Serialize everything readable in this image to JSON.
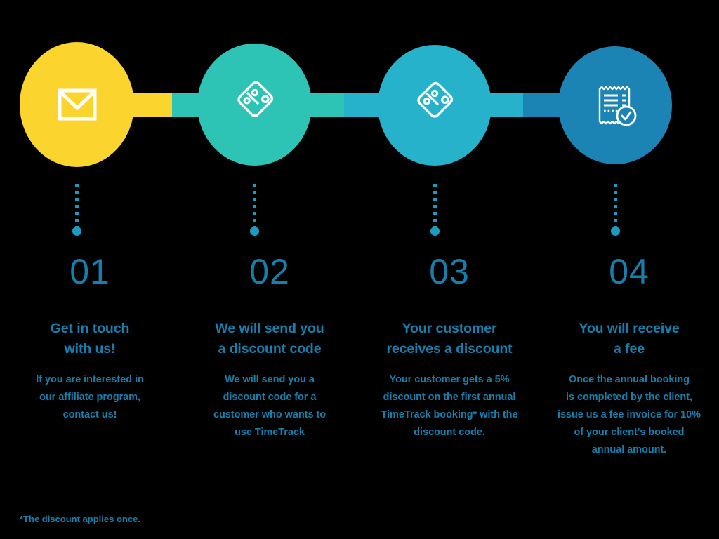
{
  "palette": {
    "background": "#000000",
    "step1": "#fcd42e",
    "step2": "#2dc4b6",
    "step3": "#27b2cb",
    "step4": "#1c84b4",
    "text_blue": "#1580ae",
    "dot_blue": "#1a9bc0",
    "icon_stroke": "#ffffff"
  },
  "steps": [
    {
      "number": "01",
      "heading": "Get in touch\nwith us!",
      "heading_lines": [
        "Get in touch",
        "with us!"
      ],
      "body": "If you are interested in our affiliate program, contact us!",
      "body_lines": [
        "If you are interested in",
        "our affiliate program,",
        "contact us!"
      ],
      "icon": "envelope-icon",
      "color": "#fcd42e"
    },
    {
      "number": "02",
      "heading": "We will send you\na discount code",
      "heading_lines": [
        "We will send you",
        "a discount code"
      ],
      "body": "We will send you a discount code for a customer who wants to use TimeTrack",
      "body_lines": [
        "We will send you a",
        "discount code for a",
        "customer who wants to",
        "use TimeTrack"
      ],
      "icon": "discount-tag-icon",
      "color": "#2dc4b6"
    },
    {
      "number": "03",
      "heading": "Your customer\nreceives a discount",
      "heading_lines": [
        "Your customer",
        "receives a discount"
      ],
      "body": "Your customer gets a 5% discount on the first annual TimeTrack booking* with the discount code.",
      "body_lines": [
        "Your customer gets a 5%",
        "discount on the first annual",
        "TimeTrack booking* with the",
        "discount code."
      ],
      "icon": "discount-tag-icon",
      "color": "#27b2cb"
    },
    {
      "number": "04",
      "heading": "You will receive\na fee",
      "heading_lines": [
        "You will receive",
        "a fee"
      ],
      "body": "Once the annual booking is completed by the client, issue us a fee invoice for 10% of your client's booked annual amount.",
      "body_lines": [
        "Once the annual booking",
        "is completed by the client,",
        "issue us a fee invoice for 10%",
        "of your client's booked",
        "annual amount."
      ],
      "icon": "invoice-check-icon",
      "color": "#1c84b4"
    }
  ],
  "footnote": "*The discount applies once."
}
